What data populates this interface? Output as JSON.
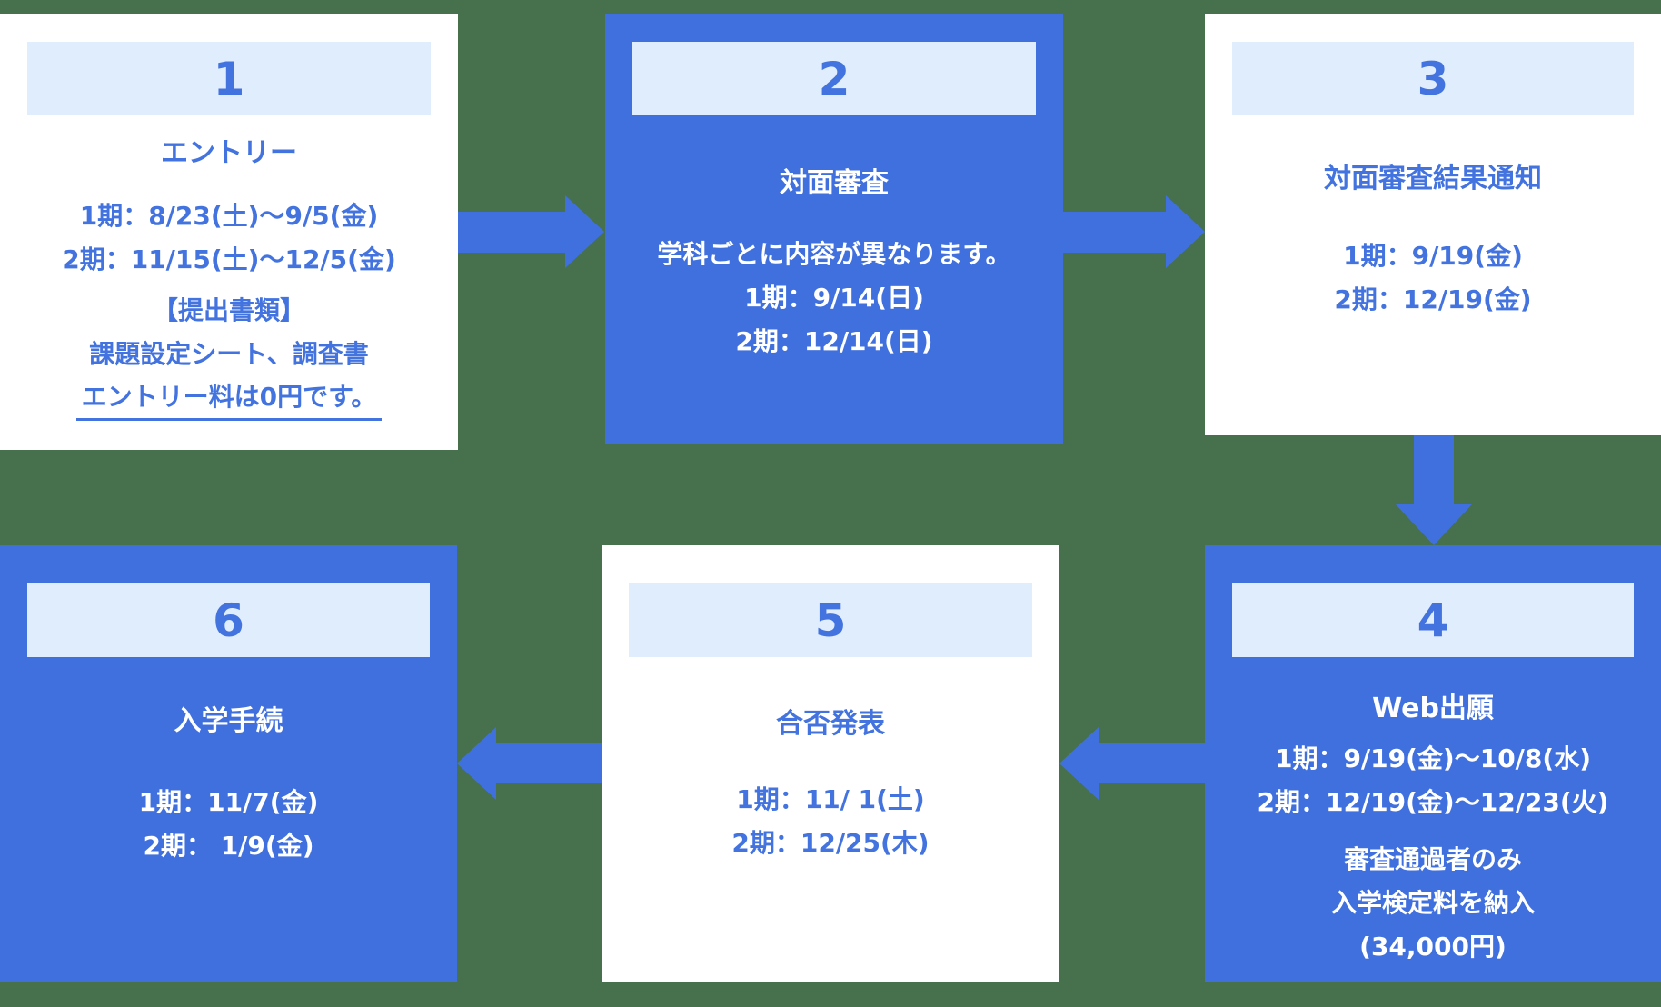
{
  "palette": {
    "background_green": "#47704D",
    "box_blue": "#4070DE",
    "header_light_blue": "#E0EDFC",
    "text_blue": "#4373DF",
    "white": "#FFFFFF"
  },
  "steps": [
    {
      "number": "1",
      "title": "エントリー",
      "style": "white",
      "body": [
        "1期：8/23(土)～9/5(金)",
        "2期：11/15(土)～12/5(金)"
      ],
      "notes": [
        "【提出書類】",
        "課題設定シート、調査書"
      ],
      "underlined_note": "エントリー料は0円です。"
    },
    {
      "number": "2",
      "title": "対面審査",
      "style": "blue",
      "body": [
        "学科ごとに内容が異なります。",
        "1期：9/14(日)",
        "2期：12/14(日)"
      ]
    },
    {
      "number": "3",
      "title": "対面審査結果通知",
      "style": "white",
      "body": [
        "1期：9/19(金)",
        "2期：12/19(金)"
      ]
    },
    {
      "number": "4",
      "title": "Web出願",
      "style": "blue",
      "body": [
        "1期：9/19(金)～10/8(水)",
        "2期：12/19(金)～12/23(火)"
      ],
      "notes": [
        "審査通過者のみ",
        "入学検定料を納入",
        "(34,000円)"
      ]
    },
    {
      "number": "5",
      "title": "合否発表",
      "style": "white",
      "body": [
        "1期：11/ 1(土)",
        "2期：12/25(木)"
      ]
    },
    {
      "number": "6",
      "title": "入学手続",
      "style": "blue",
      "body": [
        "1期：11/7(金)",
        "2期： 1/9(金)"
      ]
    }
  ],
  "arrows": [
    {
      "from": "1",
      "to": "2",
      "direction": "right"
    },
    {
      "from": "2",
      "to": "3",
      "direction": "right"
    },
    {
      "from": "3",
      "to": "4",
      "direction": "down"
    },
    {
      "from": "4",
      "to": "5",
      "direction": "left"
    },
    {
      "from": "5",
      "to": "6",
      "direction": "left"
    }
  ]
}
